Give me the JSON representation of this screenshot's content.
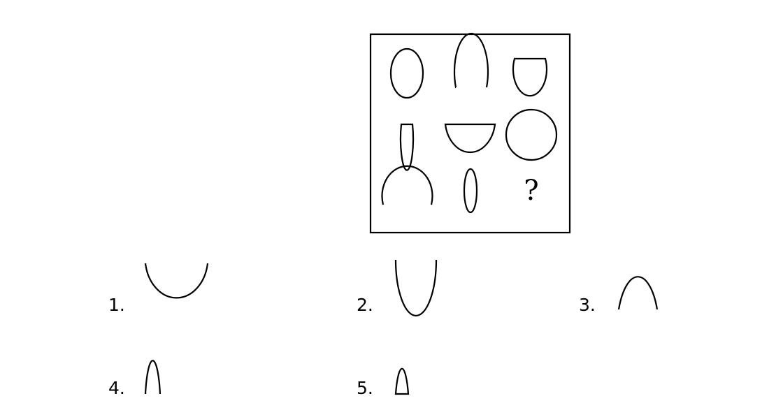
{
  "puzzle": {
    "missing_mark": "?",
    "grid": [
      [
        "ellipse",
        "arch-open-bottom",
        "flat-top-cup"
      ],
      [
        "narrow-flat-top-cup",
        "flat-top-bowl",
        "circle"
      ],
      [
        "arch-open-bottom",
        "narrow-ellipse",
        "?"
      ]
    ]
  },
  "options": [
    {
      "number": "1.",
      "shape": "u-open-top"
    },
    {
      "number": "2.",
      "shape": "u-open-top"
    },
    {
      "number": "3.",
      "shape": "arch-open-bottom"
    },
    {
      "number": "4.",
      "shape": "narrow-arch-open-bottom"
    },
    {
      "number": "5.",
      "shape": "narrow-flat-bottom-dome"
    }
  ]
}
